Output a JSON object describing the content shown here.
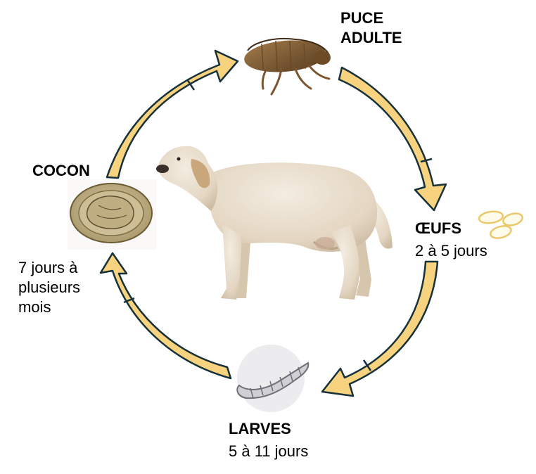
{
  "stages": {
    "adult": {
      "title_line1": "PUCE",
      "title_line2": "ADULTE"
    },
    "eggs": {
      "title": "ŒUFS",
      "duration": "2 à 5 jours"
    },
    "larvae": {
      "title": "LARVES",
      "duration": "5 à 11 jours"
    },
    "cocoon": {
      "title": "COCON",
      "duration_line1": "7 jours à",
      "duration_line2": "plusieurs",
      "duration_line3": "mois"
    }
  },
  "icons": {
    "adult": "flea-icon",
    "eggs": "eggs-icon",
    "larvae": "larva-icon",
    "cocoon": "cocoon-icon",
    "center": "dog-illustration"
  },
  "colors": {
    "arrow_fill": "#F7D27F",
    "arrow_stroke": "#17313A",
    "egg_stroke": "#EAC96A",
    "text": "#000000"
  }
}
